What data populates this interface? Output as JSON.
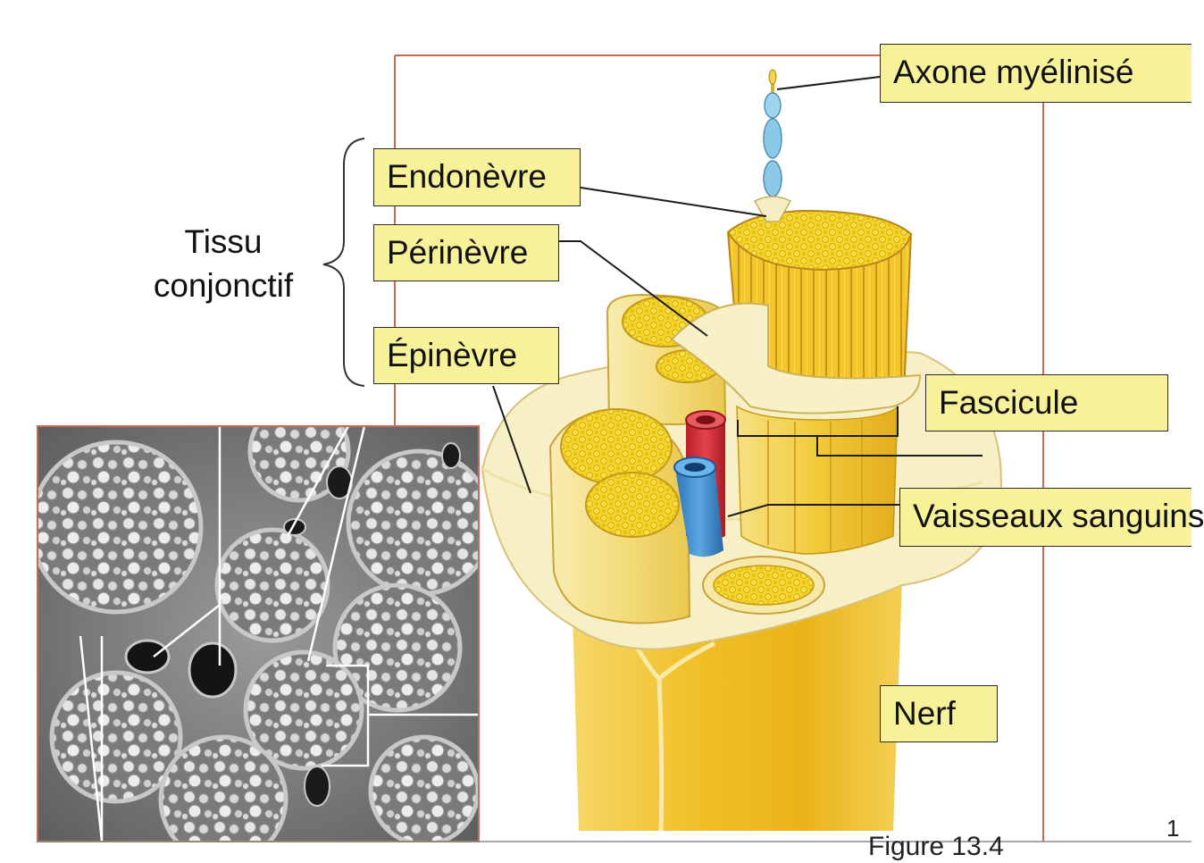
{
  "labels": {
    "axon": "Axone myélinisé",
    "endonevre": "Endonèvre",
    "perinevre": "Périnèvre",
    "epinevre": "Épinèvre",
    "fascicule": "Fascicule",
    "vaisseaux": "Vaisseaux sanguins",
    "nerf": "Nerf"
  },
  "group": {
    "line1": "Tissu",
    "line2": "conjonctif"
  },
  "caption": "Figure 13.4",
  "page_number": "1",
  "colors": {
    "label_bg": "#f7f29a",
    "frame": "#c96a55",
    "nerve_yellow": "#f2c62a",
    "artery": "#d8323c",
    "vein": "#3f8fd3",
    "axon_blue": "#8cc9e8"
  }
}
